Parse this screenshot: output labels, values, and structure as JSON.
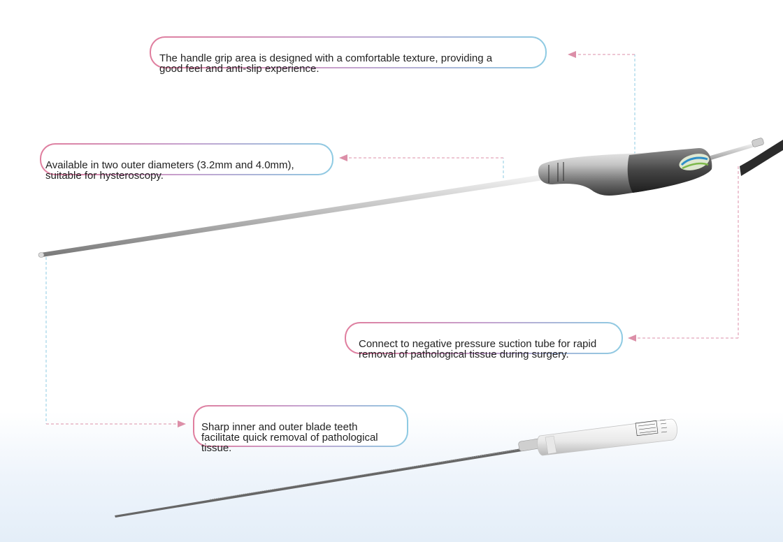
{
  "callouts": {
    "grip": "The handle grip area is designed with a comfortable texture, providing a\ngood feel and anti-slip experience.",
    "diameter": "Available in two outer diameters (3.2mm and 4.0mm),\nsuitable for hysteroscopy.",
    "suction": "Connect to negative pressure suction tube for rapid\nremoval of pathological tissue during surgery.",
    "blade": "Sharp inner and outer blade teeth\nfacilitate quick removal of pathological\ntissue."
  },
  "colors": {
    "leader_pink": "#dc8fa8",
    "leader_blue": "#8ecbe3",
    "border_pink": "#e07e9e",
    "border_blue": "#8ecbe3"
  },
  "icons": {
    "arrow": "arrowhead-icon"
  }
}
